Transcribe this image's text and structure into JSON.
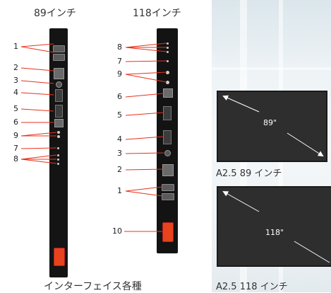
{
  "left_unit": {
    "title": "89インチ",
    "callouts": [
      "1",
      "2",
      "3",
      "4",
      "5",
      "6",
      "9",
      "7",
      "8"
    ]
  },
  "right_unit": {
    "title": "118インチ",
    "callouts": [
      "8",
      "7",
      "9",
      "6",
      "5",
      "4",
      "3",
      "2",
      "1",
      "10"
    ]
  },
  "screens": [
    {
      "size_label": "89\"",
      "caption": "A2.5  89 インチ"
    },
    {
      "size_label": "118\"",
      "caption": "A2.5  118 インチ"
    }
  ],
  "footer": {
    "interfaces_label": "インターフェイス各種"
  },
  "colors": {
    "callout_line": "#e8331c",
    "panel": "#141414",
    "power_switch": "#e8431c"
  }
}
